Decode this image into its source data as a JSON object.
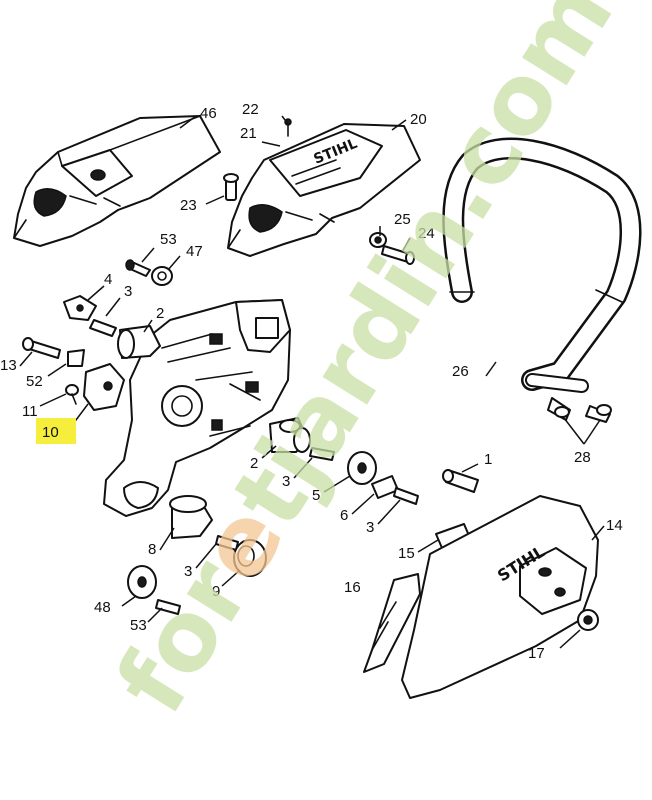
{
  "diagram": {
    "brand_text": "STIHL",
    "watermark": {
      "prefix": "for",
      "accent": "e",
      "suffix": "tjardin.com",
      "colors": {
        "main": "#c9dfa6",
        "accent": "#f3c793"
      }
    },
    "highlight_color": "#f5ee3c",
    "labels": [
      {
        "id": "46",
        "text": "46"
      },
      {
        "id": "22",
        "text": "22"
      },
      {
        "id": "21",
        "text": "21"
      },
      {
        "id": "20",
        "text": "20"
      },
      {
        "id": "23",
        "text": "23"
      },
      {
        "id": "53a",
        "text": "53"
      },
      {
        "id": "47",
        "text": "47"
      },
      {
        "id": "25",
        "text": "25"
      },
      {
        "id": "24",
        "text": "24"
      },
      {
        "id": "4",
        "text": "4"
      },
      {
        "id": "3a",
        "text": "3"
      },
      {
        "id": "2a",
        "text": "2"
      },
      {
        "id": "13",
        "text": "13"
      },
      {
        "id": "52",
        "text": "52"
      },
      {
        "id": "11",
        "text": "11"
      },
      {
        "id": "10",
        "text": "10",
        "highlighted": true
      },
      {
        "id": "26",
        "text": "26"
      },
      {
        "id": "28",
        "text": "28"
      },
      {
        "id": "2b",
        "text": "2"
      },
      {
        "id": "3b",
        "text": "3"
      },
      {
        "id": "5",
        "text": "5"
      },
      {
        "id": "6",
        "text": "6"
      },
      {
        "id": "3c",
        "text": "3"
      },
      {
        "id": "1",
        "text": "1"
      },
      {
        "id": "8",
        "text": "8"
      },
      {
        "id": "15",
        "text": "15"
      },
      {
        "id": "14",
        "text": "14"
      },
      {
        "id": "3d",
        "text": "3"
      },
      {
        "id": "9",
        "text": "9"
      },
      {
        "id": "16",
        "text": "16"
      },
      {
        "id": "48",
        "text": "48"
      },
      {
        "id": "53b",
        "text": "53"
      },
      {
        "id": "17",
        "text": "17"
      }
    ]
  }
}
